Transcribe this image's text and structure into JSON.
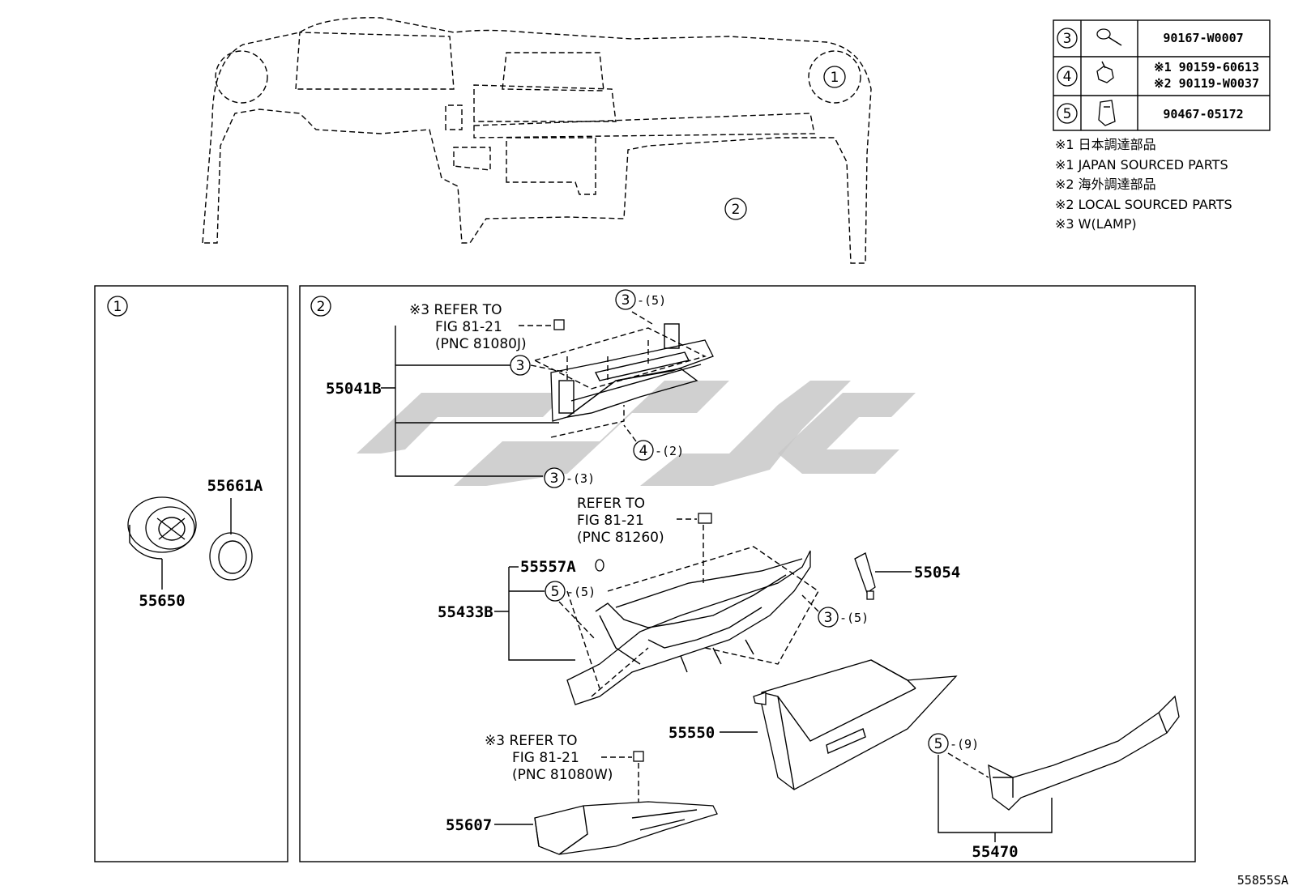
{
  "fastener_table": [
    {
      "key": "3",
      "part": "90167-W0007",
      "icon": "bolt-icon"
    },
    {
      "key": "4",
      "part": "※1 90159-60613",
      "part2": "※2 90119-W0037",
      "icon": "nut-icon"
    },
    {
      "key": "5",
      "part": "90467-05172",
      "icon": "clip-icon"
    }
  ],
  "notes": [
    "※1 日本調達部品",
    "※1 JAPAN SOURCED PARTS",
    "※2 海外調達部品",
    "※2 LOCAL SOURCED PARTS",
    "※3 W(LAMP)"
  ],
  "overview": {
    "callout_1": "1",
    "callout_2": "2"
  },
  "panel_1": {
    "index": "1",
    "labels": {
      "vent": "55650",
      "bezel": "55661A"
    }
  },
  "panel_2": {
    "index": "2",
    "refs": [
      {
        "lines": [
          "※3 REFER TO",
          "FIG 81-21",
          "(PNC 81080J)"
        ]
      },
      {
        "lines": [
          "REFER TO",
          "FIG 81-21",
          "(PNC 81260)"
        ]
      },
      {
        "lines": [
          "※3 REFER TO",
          "FIG 81-21",
          "(PNC 81080W)"
        ]
      }
    ],
    "labels": {
      "bracket": "55041B",
      "clip": "55557A",
      "lower_panel": "55433B",
      "switch": "55054",
      "glovebox": "55550",
      "pad": "55607",
      "garnish": "55470"
    },
    "callouts": [
      {
        "key": "3",
        "qty": "-(5)"
      },
      {
        "key": "3",
        "qty": ""
      },
      {
        "key": "4",
        "qty": "-(2)"
      },
      {
        "key": "3",
        "qty": "-(3)"
      },
      {
        "key": "5",
        "qty": "-(5)"
      },
      {
        "key": "3",
        "qty": "-(5)"
      },
      {
        "key": "5",
        "qty": "-(9)"
      }
    ]
  },
  "figure_code": "55855SA"
}
